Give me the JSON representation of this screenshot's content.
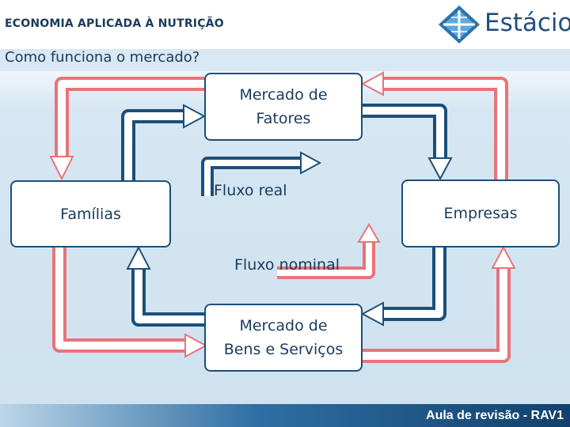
{
  "header": {
    "course_title": "ECONOMIA APLICADA À NUTRIÇÃO",
    "logo_text": "Estácio"
  },
  "slide": {
    "heading": "Como funciona o mercado?"
  },
  "diagram": {
    "nodes": {
      "factors_market": "Mercado de\nFatores",
      "families": "Famílias",
      "firms": "Empresas",
      "goods_market": "Mercado de\nBens e Serviços"
    },
    "legend": {
      "real_flow": "Fluxo real",
      "nominal_flow": "Fluxo nominal"
    },
    "colors": {
      "real_flow": "#1c4f7a",
      "nominal_flow": "#e8747a",
      "node_border": "#1c4f7a"
    }
  },
  "footer": {
    "label": "Aula de revisão - RAV1"
  }
}
